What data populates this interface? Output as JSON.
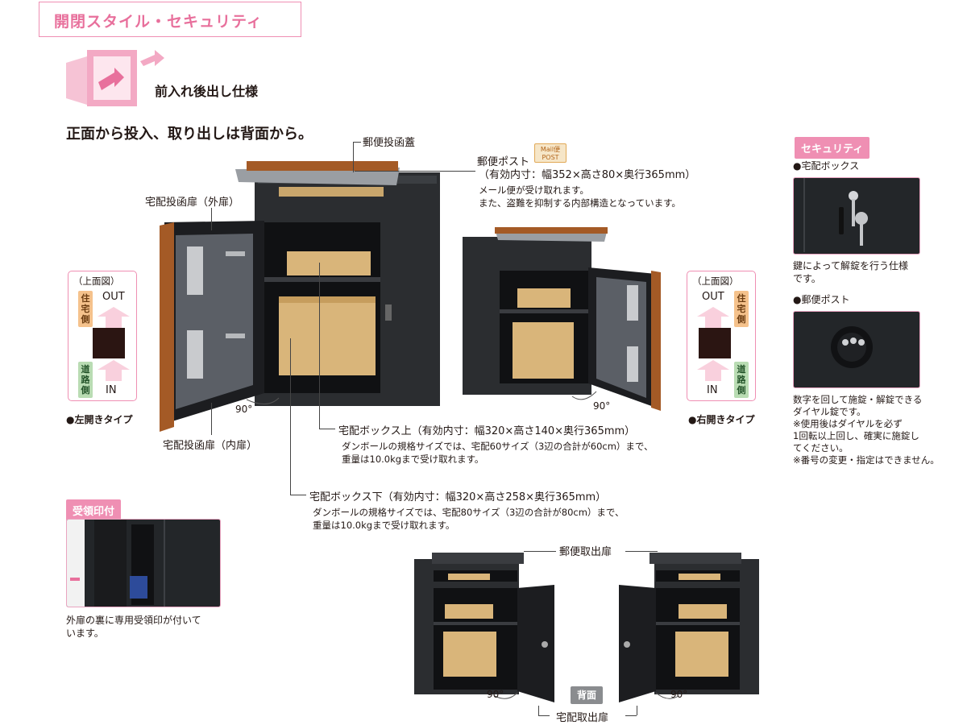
{
  "header": {
    "title": "開閉スタイル・セキュリティ"
  },
  "spec": {
    "title": "前入れ後出し仕様",
    "subtitle": "正面から投入、取り出しは背面から。"
  },
  "callouts": {
    "mail_lid": "郵便投函蓋",
    "mailbox": {
      "label": "郵便ポスト",
      "badge_top": "Mail便",
      "badge_bottom": "POST",
      "size": "（有効内寸：幅352×高さ80×奥行365mm）",
      "note1": "メール便が受け取れます。",
      "note2": "また、盗難を抑制する内部構造となっています。"
    },
    "outer_door": "宅配投函扉（外扉）",
    "inner_door": "宅配投函扉（内扉）",
    "box_upper": {
      "label": "宅配ボックス上（有効内寸：幅320×高さ140×奥行365mm）",
      "note1": "ダンボールの規格サイズでは、宅配60サイズ（3辺の合計が60cm）まで、",
      "note2": "重量は10.0kgまで受け取れます。"
    },
    "box_lower": {
      "label": "宅配ボックス下（有効内寸：幅320×高さ258×奥行365mm）",
      "note1": "ダンボールの規格サイズでは、宅配80サイズ（3辺の合計が80cm）まで、",
      "note2": "重量は10.0kgまで受け取れます。"
    },
    "angle": "90°",
    "mail_take_door": "郵便取出扉",
    "parcel_take_door": "宅配取出扉",
    "back_badge": "背面"
  },
  "diagram_left": {
    "caption": "（上面図）",
    "out": "OUT",
    "in": "IN",
    "house": "住宅側",
    "road": "道路側",
    "type": "●左開きタイプ"
  },
  "diagram_right": {
    "caption": "（上面図）",
    "out": "OUT",
    "in": "IN",
    "house": "住宅側",
    "road": "道路側",
    "type": "●右開きタイプ"
  },
  "security": {
    "tag": "セキュリティ",
    "parcel_title": "●宅配ボックス",
    "parcel_note1": "鍵によって解錠を行う仕様",
    "parcel_note2": "です。",
    "mail_title": "●郵便ポスト",
    "mail_notes": [
      "数字を回して施錠・解錠できる",
      "ダイヤル錠です。",
      "※使用後はダイヤルを必ず",
      "1回転以上回し、確実に施錠し",
      "てください。",
      "※番号の変更・指定はできません。"
    ]
  },
  "stamp": {
    "tag": "受領印付",
    "note1": "外扉の裏に専用受領印が付いて",
    "note2": "います。"
  },
  "colors": {
    "accent_pink": "#ef8fb3",
    "body_dark": "#2b2d30",
    "wood": "#a45a26",
    "cardboard": "#d9b57a"
  }
}
